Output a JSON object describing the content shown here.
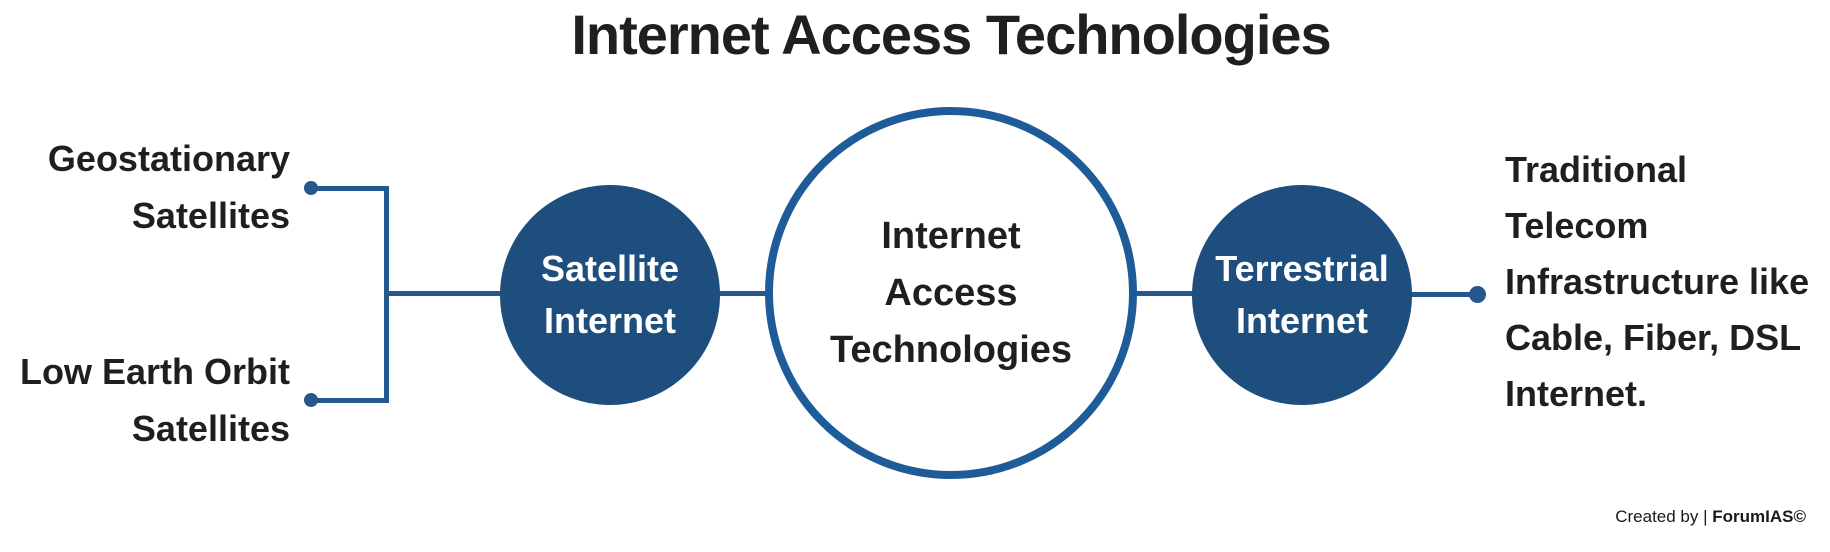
{
  "title": "Internet Access Technologies",
  "colors": {
    "blue_fill": "#1D4E7E",
    "blue_ring": "#1E5C99",
    "blue_line": "#25588C",
    "text_dark": "#1F1F1F",
    "text_light": "#FFFFFF"
  },
  "center_node": {
    "label": "Internet\nAccess\nTechnologies"
  },
  "left_branch": {
    "node_label": "Satellite\nInternet",
    "items": [
      {
        "label": "Geostationary\nSatellites"
      },
      {
        "label": "Low Earth Orbit\nSatellites"
      }
    ]
  },
  "right_branch": {
    "node_label": "Terrestrial\nInternet",
    "description": "Traditional\nTelecom\nInfrastructure like\nCable, Fiber, DSL\nInternet."
  },
  "footer": {
    "prefix": "Created by |",
    "brand": "ForumIAS©"
  }
}
